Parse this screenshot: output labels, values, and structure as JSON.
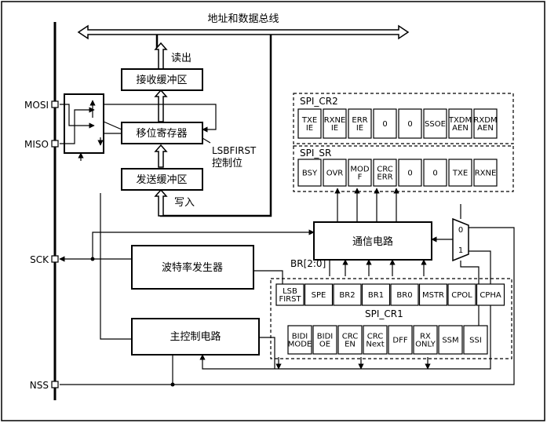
{
  "bus": {
    "label": "地址和数据总线"
  },
  "blocks": {
    "rx_buffer": "接收缓冲区",
    "shift_register": "移位寄存器",
    "tx_buffer": "发送缓冲区",
    "comm_circuit": "通信电路",
    "baud_gen": "波特率发生器",
    "master_ctrl": "主控制电路"
  },
  "labels": {
    "read_out": "读出",
    "write_in": "写入",
    "lsbfirst_ctrl_line1": "LSBFIRST",
    "lsbfirst_ctrl_line2": "控制位",
    "br": "BR[2:0]",
    "mux_0": "0",
    "mux_1": "1"
  },
  "pins": {
    "mosi": "MOSI",
    "miso": "MISO",
    "sck": "SCK",
    "nss": "NSS"
  },
  "registers": {
    "cr2": {
      "title": "SPI_CR2",
      "bits": [
        [
          "TXE",
          "IE"
        ],
        [
          "RXNE",
          "IE"
        ],
        [
          "ERR",
          "IE"
        ],
        [
          "0"
        ],
        [
          "0"
        ],
        [
          "SSOE"
        ],
        [
          "TXDM",
          "AEN"
        ],
        [
          "RXDM",
          "AEN"
        ]
      ]
    },
    "sr": {
      "title": "SPI_SR",
      "bits": [
        [
          "BSY"
        ],
        [
          "OVR"
        ],
        [
          "MOD",
          "F"
        ],
        [
          "CRC",
          "ERR"
        ],
        [
          "0"
        ],
        [
          "0"
        ],
        [
          "TXE"
        ],
        [
          "RXNE"
        ]
      ]
    },
    "cr1": {
      "title": "SPI_CR1",
      "row1": [
        [
          "LSB",
          "FIRST"
        ],
        [
          "SPE"
        ],
        [
          "BR2"
        ],
        [
          "BR1"
        ],
        [
          "BR0"
        ],
        [
          "MSTR"
        ],
        [
          "CPOL"
        ],
        [
          "CPHA"
        ]
      ],
      "row2": [
        [
          "BIDI",
          "MODE"
        ],
        [
          "BIDI",
          "OE"
        ],
        [
          "CRC",
          "EN"
        ],
        [
          "CRC",
          "Next"
        ],
        [
          "DFF"
        ],
        [
          "RX",
          "ONLY"
        ],
        [
          "SSM"
        ],
        [
          "SSI"
        ]
      ]
    }
  }
}
